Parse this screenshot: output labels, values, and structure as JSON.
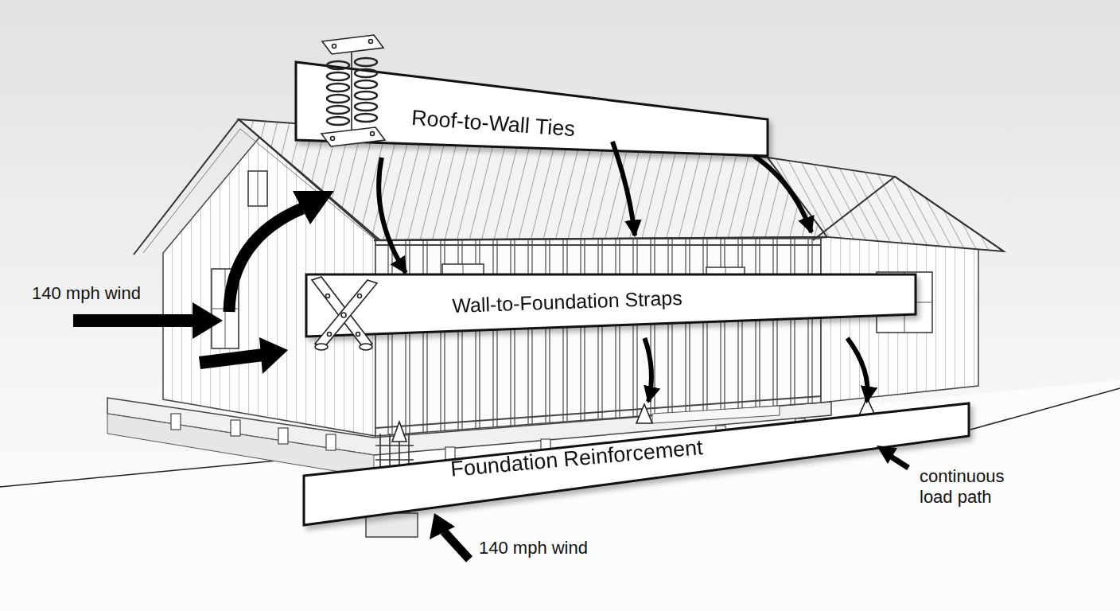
{
  "diagram": {
    "nodes": [
      {
        "text": [
          "Roof-to-Wall Ties"
        ]
      },
      {
        "text": [
          "Wall-to-Foundation Straps"
        ]
      },
      {
        "text": [
          "Foundation Reinforcement"
        ]
      }
    ],
    "edges": [
      {
        "from": 0,
        "to": 1,
        "arrow": "to"
      },
      {
        "from": 1,
        "to": 2,
        "arrow": "to"
      },
      {
        "from": 1,
        "to": 2,
        "arrow": "to"
      }
    ],
    "labels": [
      "140 mph wind",
      "140 mph wind",
      "continuous load path"
    ]
  }
}
